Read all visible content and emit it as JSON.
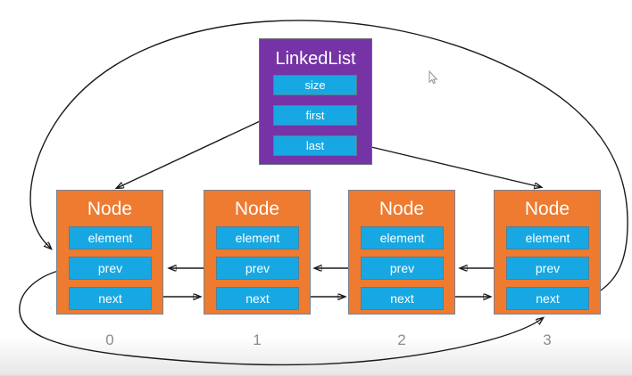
{
  "diagram": {
    "linked_list": {
      "title": "LinkedList",
      "fields": [
        "size",
        "first",
        "last"
      ]
    },
    "nodes": [
      {
        "title": "Node",
        "fields": [
          "element",
          "prev",
          "next"
        ],
        "index_label": "0"
      },
      {
        "title": "Node",
        "fields": [
          "element",
          "prev",
          "next"
        ],
        "index_label": "1"
      },
      {
        "title": "Node",
        "fields": [
          "element",
          "prev",
          "next"
        ],
        "index_label": "2"
      },
      {
        "title": "Node",
        "fields": [
          "element",
          "prev",
          "next"
        ],
        "index_label": "3"
      }
    ],
    "edges": [
      {
        "from": "linkedlist.first",
        "to": "node-0"
      },
      {
        "from": "linkedlist.last",
        "to": "node-3"
      },
      {
        "from": "node-0.next",
        "to": "node-1"
      },
      {
        "from": "node-1.prev",
        "to": "node-0"
      },
      {
        "from": "node-1.next",
        "to": "node-2"
      },
      {
        "from": "node-2.prev",
        "to": "node-1"
      },
      {
        "from": "node-2.next",
        "to": "node-3"
      },
      {
        "from": "node-3.prev",
        "to": "node-2"
      },
      {
        "from": "node-3.next",
        "to": "node-0"
      },
      {
        "from": "node-0.prev",
        "to": "node-3"
      }
    ],
    "colors": {
      "linkedlist_fill": "#7633A6",
      "node_fill": "#EE7B30",
      "field_fill": "#17A8E3",
      "arrow": "#1a1a1a",
      "index_label": "#8c8c8c",
      "text": "#ffffff"
    }
  }
}
